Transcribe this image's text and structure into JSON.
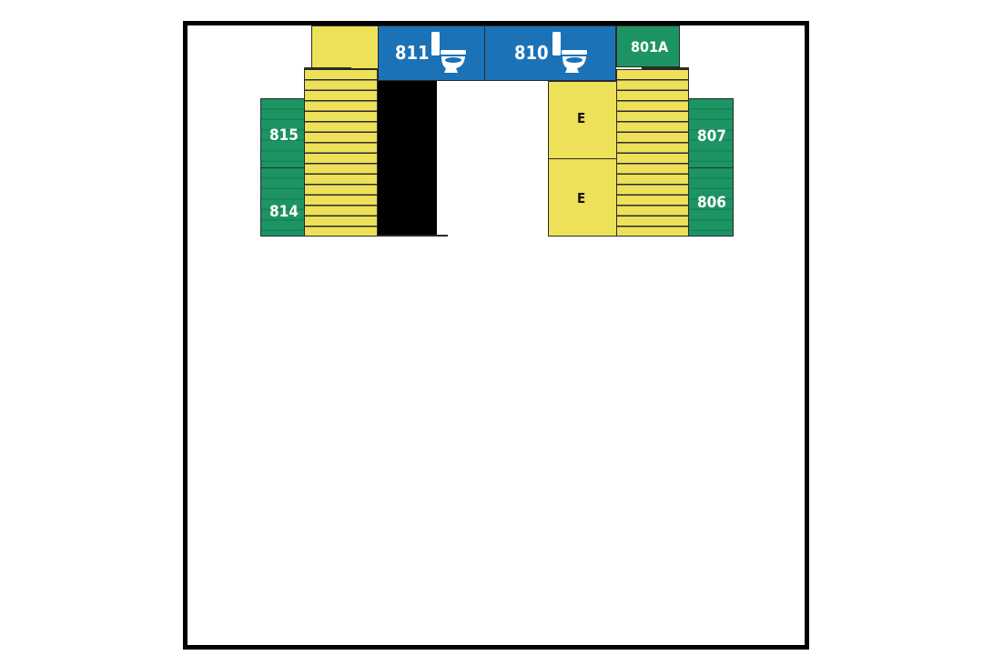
{
  "rooms": {
    "r811": "811",
    "r810": "810",
    "r801a": "801A",
    "r815": "815",
    "r814": "814",
    "r807": "807",
    "r806": "806",
    "elevator_upper": "E",
    "elevator_lower": "E"
  },
  "icons": {
    "r811": "toilet-icon",
    "r810": "toilet-icon"
  },
  "colors": {
    "restroom": "#1b72b7",
    "room_green": "#1d9463",
    "stair_yellow": "#ece158",
    "shaft": "#000000"
  }
}
